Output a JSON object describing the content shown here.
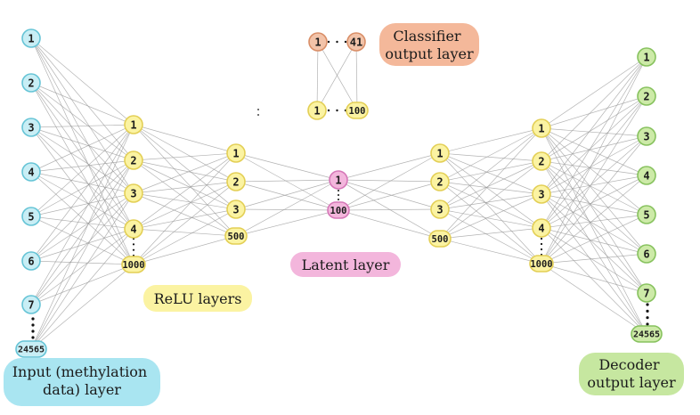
{
  "colors": {
    "input_fill": "#c8eef5",
    "input_stroke": "#66c4d6",
    "relu_fill": "#fbf3a2",
    "relu_stroke": "#e3cf55",
    "latent_fill": "#f3b6dc",
    "latent_stroke": "#d678b8",
    "classifier_fill": "#f2c3a9",
    "classifier_stroke": "#d98e67",
    "decoder_fill": "#cdeaa8",
    "decoder_stroke": "#87c25e"
  },
  "layers": {
    "input": {
      "nodes": [
        "1",
        "2",
        "3",
        "4",
        "5",
        "6",
        "7",
        "24565"
      ]
    },
    "relu1": {
      "nodes": [
        "1",
        "2",
        "3",
        "4",
        "1000"
      ]
    },
    "relu2": {
      "nodes": [
        "1",
        "2",
        "3",
        "500"
      ]
    },
    "latent": {
      "nodes": [
        "1",
        "100"
      ]
    },
    "relu3": {
      "nodes": [
        "1",
        "2",
        "3",
        "500"
      ]
    },
    "relu4": {
      "nodes": [
        "1",
        "2",
        "3",
        "4",
        "1000"
      ]
    },
    "decoder": {
      "nodes": [
        "1",
        "2",
        "3",
        "4",
        "5",
        "6",
        "7",
        "24565"
      ]
    },
    "classifier_hidden": {
      "nodes": [
        "1",
        "100"
      ]
    },
    "classifier_output": {
      "nodes": [
        "1",
        "41"
      ]
    }
  },
  "labels": {
    "input": [
      "Input (methylation",
      "data) layer"
    ],
    "relu": [
      "ReLU layers"
    ],
    "latent": [
      "Latent layer"
    ],
    "classifier": [
      "Classifier",
      "output layer"
    ],
    "decoder": [
      "Decoder",
      "output layer"
    ]
  }
}
